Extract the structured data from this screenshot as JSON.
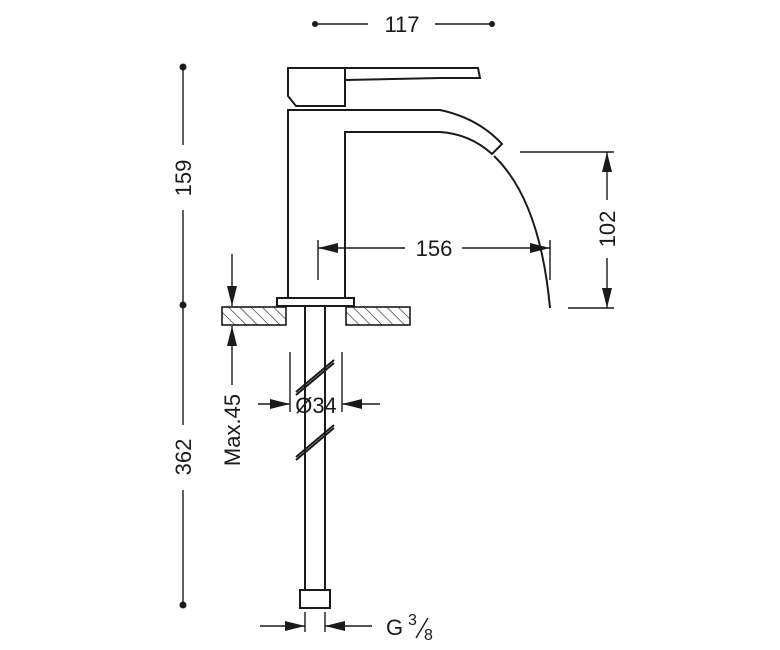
{
  "dimensions": {
    "width_top": "117",
    "height_upper": "159",
    "height_lower": "362",
    "spout_reach": "156",
    "spout_height": "102",
    "max_thickness": "Max.45",
    "hole_diameter": "Ø34",
    "thread": "G",
    "thread_num": "3",
    "thread_den": "8"
  },
  "colors": {
    "line": "#1a1a1a",
    "background": "#ffffff"
  }
}
